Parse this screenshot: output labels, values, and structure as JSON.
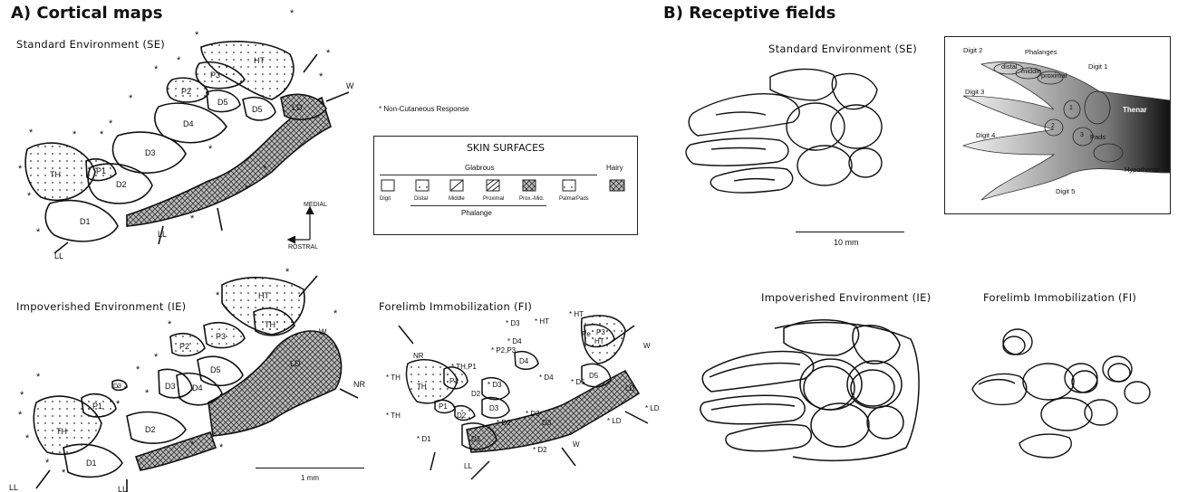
{
  "sections": {
    "a_title": "A) Cortical maps",
    "b_title": "B) Receptive fields"
  },
  "cortical": {
    "se_label": "Standard Environment (SE)",
    "ie_label": "Impoverished Environment (IE)",
    "fi_label": "Forelimb Immobilization (FI)",
    "non_cutaneous_note": "* Non-Cutaneous Response",
    "compass_medial": "MEDIAL",
    "compass_rostral": "ROSTRAL",
    "scale_label": "1 mm",
    "se_regions": {
      "ht": "HT",
      "p3": "P3",
      "p2": "P2",
      "d5a": "D5",
      "d5b": "D5",
      "ld": "LD",
      "d4": "D4",
      "d3": "D3",
      "d2": "D2",
      "d1": "D1",
      "th": "TH",
      "p1": "P1",
      "ll1": "LL",
      "ll2": "LL",
      "w": "W"
    },
    "ie_regions": {
      "ht": "HT",
      "th2": "TH",
      "p2": "P2",
      "p3": "P3",
      "d5": "D5",
      "d3": "D3",
      "d4": "D4",
      "ld": "LD",
      "nr": "NR",
      "d2": "D2",
      "d1": "D1",
      "th": "TH",
      "p1": "P1",
      "w": "W",
      "ll1": "LL",
      "ll2": "LL",
      "d3b": "D3"
    },
    "fi_regions": {
      "ht": "* HT",
      "p2p3": "* P2,P3",
      "d3t": "* D3",
      "ht2": "* HT",
      "d4t": "* D4",
      "nr": "NR",
      "th1": "* TH",
      "thp1": "* TH,P1",
      "d3": "* D3",
      "d4": "D4",
      "d5": "D5",
      "htr": "HT",
      "pe": "Pe",
      "p3": "P3",
      "w1": "W",
      "th": "TH",
      "p1": "P1",
      "d2a": "D2",
      "d3b": "D3",
      "d4b": "* D4",
      "d5b": "* D5",
      "ld": "LD",
      "p1b": "P1",
      "d2b": "* D2",
      "d3c": "* D3",
      "d3d": "D3",
      "ldb": "* LD",
      "ldc": "* LD",
      "th2": "* TH",
      "d2c": "D2",
      "d1a": "* D1",
      "d1": "D1",
      "d2d": "* D2",
      "w2": "W",
      "ll": "LL"
    }
  },
  "legend": {
    "title": "SKIN SURFACES",
    "glabrous": "Glabrous",
    "hairy": "Hairy",
    "phalange": "Phalange",
    "items": [
      "Digit",
      "Distal",
      "Middle",
      "Proximal",
      "Prox.-Mid.",
      "PalmarPads"
    ]
  },
  "receptive": {
    "se_label": "Standard Environment (SE)",
    "ie_label": "Impoverished Environment (IE)",
    "fi_label": "Forelimb Immobilization (FI)",
    "scale_label": "10 mm",
    "photo_labels": {
      "digit2": "Digit 2",
      "phalanges": "Phalanges",
      "distal": "distal",
      "middle": "middle",
      "proximal": "proximal",
      "digit1": "Digit 1",
      "digit3": "Digit 3",
      "thenar": "Thenar",
      "digit4": "Digit 4",
      "pads": "Pads",
      "hypothenar": "Hypothenar",
      "digit5": "Digit 5",
      "pad1": "1",
      "pad2": "2",
      "pad3": "3"
    }
  }
}
